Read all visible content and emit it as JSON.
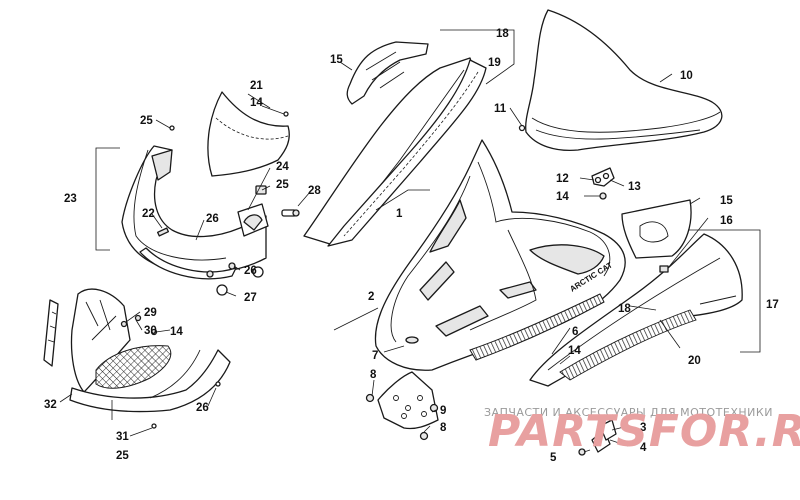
{
  "diagram": {
    "callouts": {
      "c1": "1",
      "c2": "2",
      "c3": "3",
      "c4": "4",
      "c5": "5",
      "c6": "6",
      "c7": "7",
      "c8a": "8",
      "c8b": "8",
      "c9": "9",
      "c10": "10",
      "c11": "11",
      "c12": "12",
      "c13": "13",
      "c14a": "14",
      "c14b": "14",
      "c14c": "14",
      "c14d": "14",
      "c15a": "15",
      "c15b": "15",
      "c16": "16",
      "c17": "17",
      "c18a": "18",
      "c18b": "18",
      "c19": "19",
      "c20": "20",
      "c21": "21",
      "c22": "22",
      "c23": "23",
      "c24": "24",
      "c25a": "25",
      "c25b": "25",
      "c25c": "25",
      "c26a": "26",
      "c26b": "26",
      "c26c": "26",
      "c27": "27",
      "c28": "28",
      "c29": "29",
      "c30": "30",
      "c31": "31",
      "c32": "32"
    },
    "decal_text": "ARCTIC CAT"
  },
  "watermark": {
    "tagline": "ЗАПЧАСТИ И АКСЕССУАРЫ ДЛЯ МОТОТЕХНИКИ",
    "logo": "PARTSFOR.RU",
    "colors": {
      "tagline": "#9a9a9a",
      "logo": "#e8a0a0"
    }
  }
}
